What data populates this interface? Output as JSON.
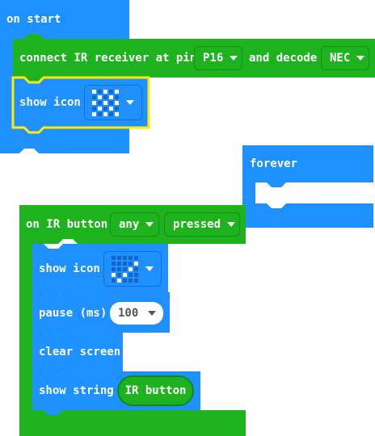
{
  "colors": {
    "event_block": "#1e90ff",
    "ir_block": "#1fb21f",
    "basic_block": "#1e90ff",
    "selection_outline": "#ffeb00",
    "led_on": "#ffffff",
    "led_off": "#1567c7"
  },
  "on_start": {
    "label": "on start",
    "connect": {
      "label": "connect IR receiver at pin",
      "pin": "P16",
      "middle": "and decode",
      "protocol": "NEC"
    },
    "show_icon": {
      "label": "show icon",
      "icon": "chessboard-icon",
      "leds": [
        1,
        0,
        1,
        0,
        1,
        0,
        1,
        0,
        1,
        0,
        1,
        0,
        1,
        0,
        1,
        0,
        1,
        0,
        1,
        0,
        1,
        0,
        1,
        0,
        1
      ]
    }
  },
  "forever": {
    "label": "forever"
  },
  "on_ir": {
    "label": "on IR button",
    "button": "any",
    "action": "pressed",
    "show_icon": {
      "label": "show icon",
      "icon": "checkmark-icon",
      "leds": [
        0,
        0,
        0,
        0,
        0,
        0,
        0,
        0,
        0,
        1,
        0,
        0,
        0,
        1,
        0,
        1,
        0,
        1,
        0,
        0,
        0,
        1,
        0,
        0,
        0
      ]
    },
    "pause": {
      "label": "pause (ms)",
      "value": "100"
    },
    "clear": {
      "label": "clear screen"
    },
    "show_string": {
      "label": "show string",
      "value": "IR button"
    }
  }
}
